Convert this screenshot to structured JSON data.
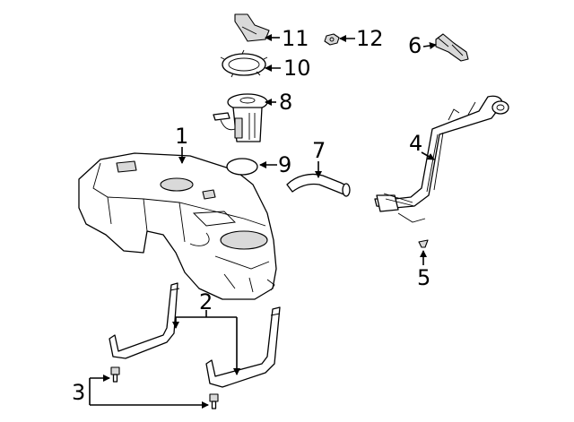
{
  "colors": {
    "ink": "#000000",
    "paper": "#ffffff",
    "shade": "#d9d9d9"
  },
  "callouts": {
    "c1": "1",
    "c2": "2",
    "c3": "3",
    "c4": "4",
    "c5": "5",
    "c6": "6",
    "c7": "7",
    "c8": "8",
    "c9": "9",
    "c10": "10",
    "c11": "11",
    "c12": "12"
  }
}
